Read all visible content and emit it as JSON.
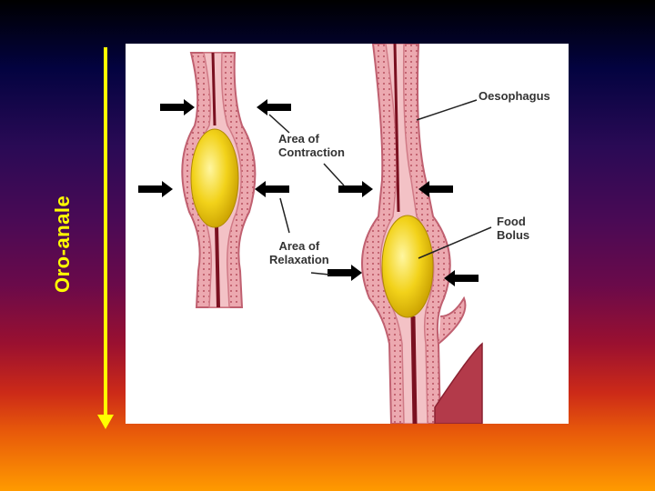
{
  "side_label": "Oro-anale",
  "labels": {
    "oesophagus": "Oesophagus",
    "contraction_line1": "Area of",
    "contraction_line2": "Contraction",
    "relaxation_line1": "Area of",
    "relaxation_line2": "Relaxation",
    "bolus_line1": "Food",
    "bolus_line2": "Bolus"
  },
  "colors": {
    "arrow": "#ffff00",
    "tissue": "#e9a0a8",
    "muscle": "#d46a78",
    "bolus": "#f2d21a",
    "lumen": "#7a1020"
  }
}
